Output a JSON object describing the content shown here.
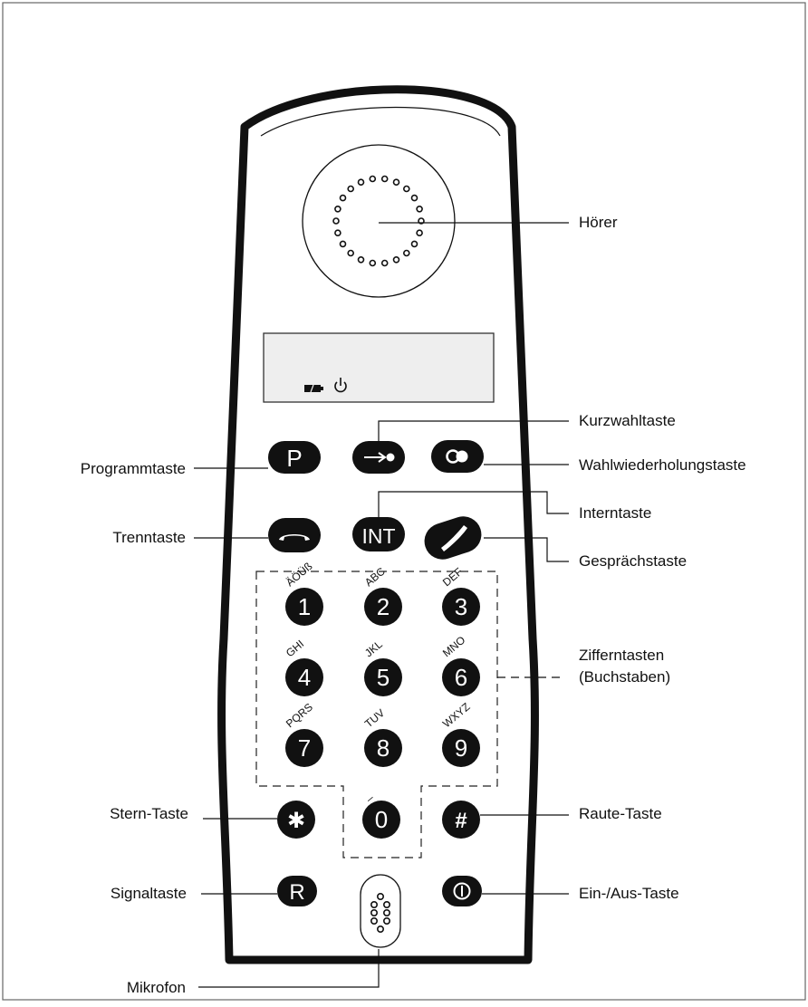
{
  "labels": {
    "hoerer": "Hörer",
    "kurzwahltaste": "Kurzwahltaste",
    "programmtaste": "Programmtaste",
    "wahlwiederholungstaste": "Wahlwiederholungstaste",
    "interntaste": "Interntaste",
    "trenntaste": "Trenntaste",
    "gespraechstaste": "Gesprächstaste",
    "zifferntasten_1": "Zifferntasten",
    "zifferntasten_2": "(Buchstaben)",
    "stern_taste": "Stern-Taste",
    "raute_taste": "Raute-Taste",
    "signaltaste": "Signaltaste",
    "ein_aus_taste": "Ein-/Aus-Taste",
    "mikrofon": "Mikrofon"
  },
  "keys": {
    "p": "P",
    "int": "INT",
    "r": "R",
    "star": "✱",
    "hash": "#"
  },
  "digits": [
    {
      "digit": "1",
      "letters": "ÄÖÜß"
    },
    {
      "digit": "2",
      "letters": "ABC"
    },
    {
      "digit": "3",
      "letters": "DEF"
    },
    {
      "digit": "4",
      "letters": "GHI"
    },
    {
      "digit": "5",
      "letters": "JKL"
    },
    {
      "digit": "6",
      "letters": "MNO"
    },
    {
      "digit": "7",
      "letters": "PQRS"
    },
    {
      "digit": "8",
      "letters": "TUV"
    },
    {
      "digit": "9",
      "letters": "WXYZ"
    },
    {
      "digit": "0",
      "letters": "_"
    }
  ],
  "icons": {
    "battery": "battery-icon",
    "power": "power-icon",
    "arrow": "speed-dial-arrow-icon",
    "redial": "redial-icon",
    "hangup": "hang-up-receiver-icon",
    "talk": "talk-receiver-icon",
    "onoff": "on-off-icon"
  },
  "colors": {
    "key": "#111111",
    "outline": "#111111",
    "screen": "#eeeeee"
  }
}
